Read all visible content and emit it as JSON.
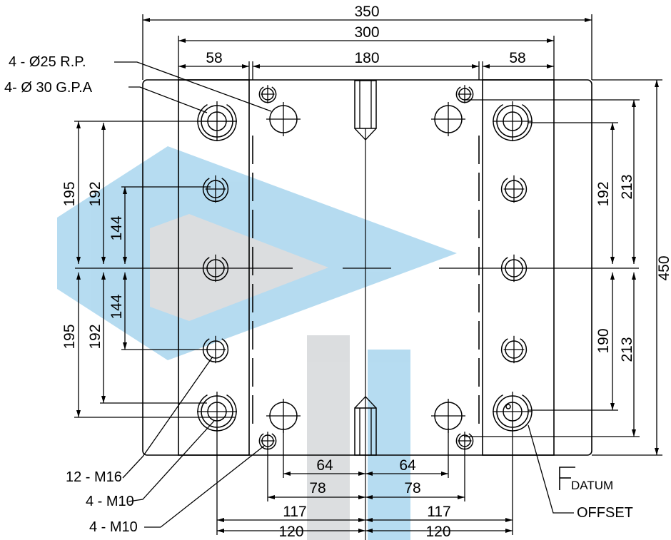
{
  "colors": {
    "line": "#000000",
    "watermark": "#2f9ad6",
    "watermark_gray": "#9aa0a6"
  },
  "dimensions": {
    "overall_width": "350",
    "inner_width": "300",
    "left_margin": "58",
    "center_span": "180",
    "right_margin": "58",
    "height": "450",
    "left_outer_upper": "195",
    "left_mid_upper": "192",
    "left_inner_upper": "144",
    "left_inner_lower": "144",
    "left_mid_lower": "192",
    "left_outer_lower": "195",
    "right_mid_upper": "192",
    "right_outer_upper": "213",
    "right_mid_lower": "190",
    "right_outer_lower": "213",
    "bottom_64_left": "64",
    "bottom_64_right": "64",
    "bottom_78_left": "78",
    "bottom_78_right": "78",
    "bottom_117_left": "117",
    "bottom_117_right": "117",
    "bottom_120_left": "120",
    "bottom_120_right": "120"
  },
  "callouts": {
    "rp": "4 - Ø25  R.P.",
    "gpa": "4- Ø 30  G.P.A",
    "m16": "12 - M16",
    "m10_a": "4 - M10",
    "m10_b": "4 - M10",
    "datum": "DATUM",
    "offset": "OFFSET"
  }
}
